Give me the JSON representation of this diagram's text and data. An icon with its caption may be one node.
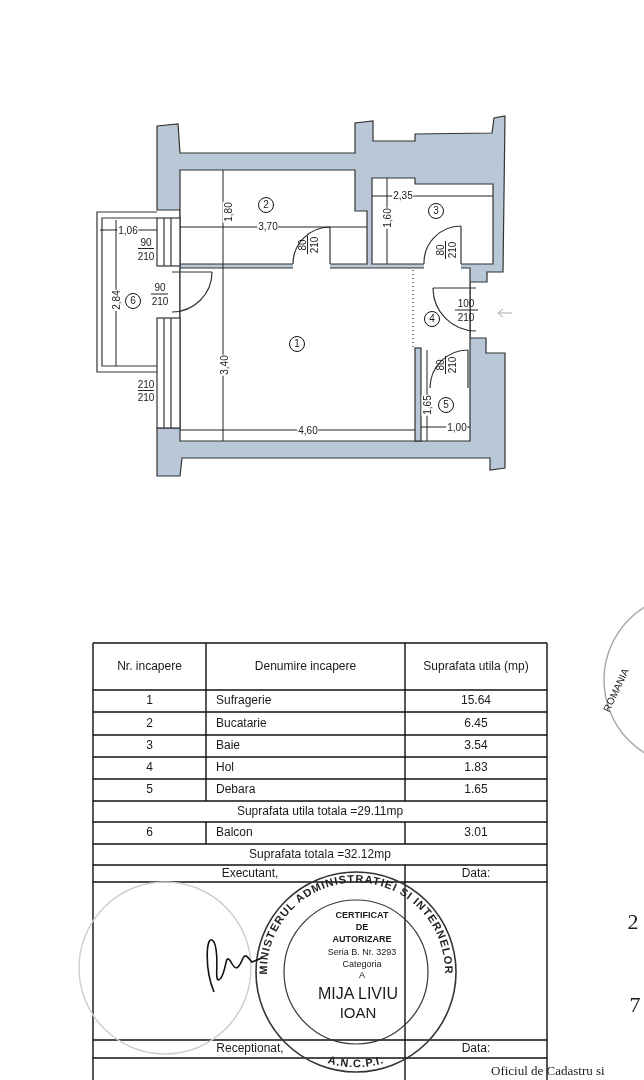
{
  "diagram": {
    "nodes": [
      {
        "text": [
          "1"
        ]
      },
      {
        "text": [
          "2"
        ]
      },
      {
        "text": [
          "3"
        ]
      },
      {
        "text": [
          "4"
        ]
      },
      {
        "text": [
          "5"
        ]
      },
      {
        "text": [
          "6"
        ]
      }
    ],
    "labels": [
      "2,35",
      "1,06",
      "1,80",
      "3,70",
      "1,60",
      "90",
      "210",
      "80",
      "210",
      "80",
      "210",
      "2,84",
      "90",
      "210",
      "100",
      "210",
      "3,40",
      "80",
      "210",
      "210",
      "210",
      "4,60",
      "1,65",
      "1,00",
      "Nr. incapere",
      "Denumire incapere",
      "Suprafata utila (mp)",
      "1",
      "Sufragerie",
      "15.64",
      "2",
      "Bucatarie",
      "6.45",
      "3",
      "Baie",
      "3.54",
      "4",
      "Hol",
      "1.83",
      "5",
      "Debara",
      "1.65",
      "Suprafata utila totala =29.11mp",
      "6",
      "Balcon",
      "3.01",
      "Suprafata totala =32.12mp",
      "Executant,",
      "Data:",
      "CERTIFICAT",
      "DE",
      "AUTORIZARE",
      "Seria B. Nr. 3293",
      "Categoria",
      "A",
      "MIJA LIVIU",
      "IOAN",
      "Receptionat,",
      "Data:",
      "MINISTERUL ADMINISTRATIEI SI INTERNELOR",
      "A.N.C.P.I.",
      "ROMANIA",
      "2",
      "7",
      "Oficiul de Cadastru si"
    ]
  }
}
